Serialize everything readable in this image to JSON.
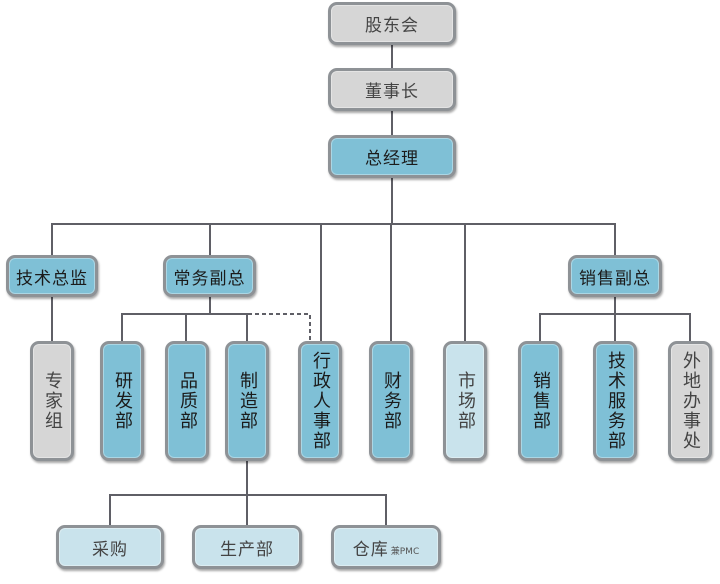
{
  "title": "组织架构图",
  "colors": {
    "primary": "#7fc0d6",
    "light": "#c9e3ec",
    "neutral": "#d6d6d6",
    "connector": "#5f5f66"
  },
  "nodes": {
    "shareholders": "股东会",
    "chairman": "董事长",
    "general_manager": "总经理",
    "tech_director": "技术总监",
    "executive_vp": "常务副总",
    "sales_vp": "销售副总",
    "expert_group": "专家组",
    "rd_dept": "研发部",
    "quality_dept": "品质部",
    "manufacturing_dept": "制造部",
    "admin_hr_dept": "行政人事部",
    "finance_dept": "财务部",
    "marketing_dept": "市场部",
    "sales_dept": "销售部",
    "tech_service_dept": "技术服务部",
    "branch_office": "外地办事处",
    "purchasing": "采购",
    "production_dept": "生产部",
    "warehouse": "仓库",
    "warehouse_note": "兼PMC"
  }
}
